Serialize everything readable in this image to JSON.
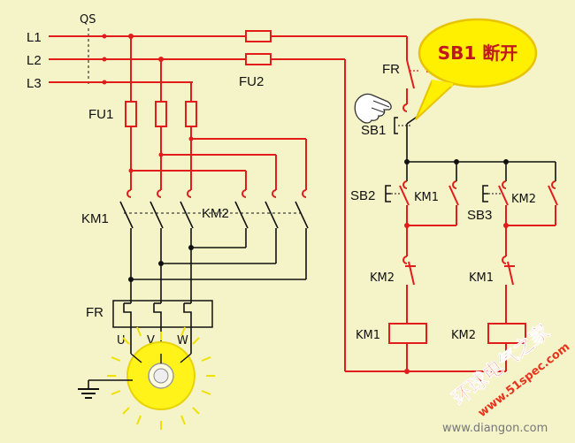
{
  "labels": {
    "l1": "L1",
    "l2": "L2",
    "l3": "L3",
    "qs": "QS",
    "fu1": "FU1",
    "fu2": "FU2",
    "km1_main": "KM1",
    "km2_main": "KM2",
    "fr_main": "FR",
    "u": "U",
    "v": "V",
    "w": "W",
    "fr_ctrl": "FR",
    "sb1": "SB1",
    "sb2": "SB2",
    "sb3": "SB3",
    "km1_hold": "KM1",
    "km2_hold": "KM2",
    "km2_interlock": "KM2",
    "km1_interlock": "KM1",
    "km1_coil": "KM1",
    "km2_coil": "KM2"
  },
  "callout": {
    "text": "SB1 断开"
  },
  "watermarks": {
    "cn": "环球电气之家",
    "url": "www.51spec.com",
    "site": "www.diangon.com"
  },
  "colors": {
    "background": "#f5f3c8",
    "live_wire": "#e21b1b",
    "dead_wire": "#111111",
    "callout_fill": "#fff000",
    "motor_fill": "#fff31a",
    "watermark": "#e8341c"
  },
  "icons": {
    "hand": "pointing-hand-icon",
    "ground": "ground-icon",
    "motor": "motor-icon"
  }
}
